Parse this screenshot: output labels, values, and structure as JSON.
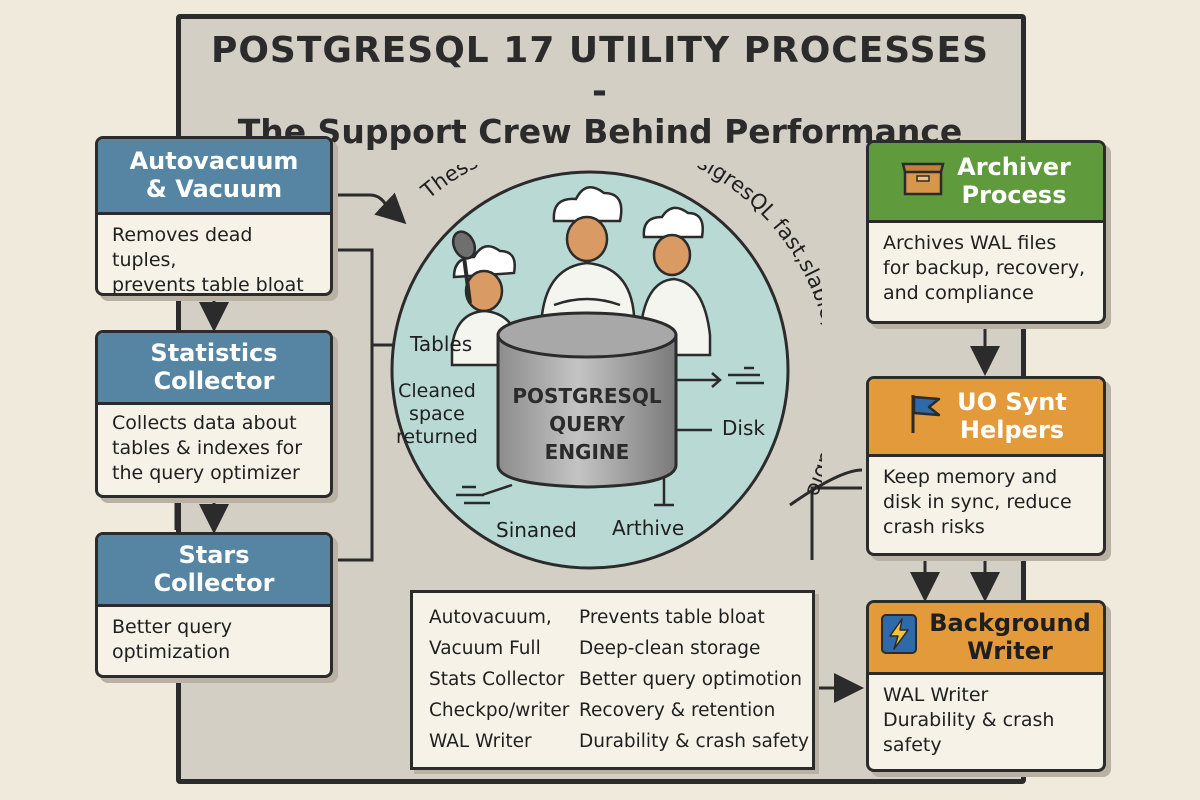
{
  "title": {
    "line1": "POSTGRESQL 17 UTILITY PROCESSES -",
    "line2": "The Support Crew Behind Performance"
  },
  "left_cards": [
    {
      "title": "Autovacuum & Vacuum",
      "title_line1": "Autovacuum",
      "title_line2": "& Vacuum",
      "body": "Removes dead tuples, prevents table bloat",
      "body_line1": "Removes dead tuples,",
      "body_line2": "prevents table bloat"
    },
    {
      "title_line1": "Statistics",
      "title_line2": "Collector",
      "body_line1": "Collects data about",
      "body_line2": "tables & indexes for",
      "body_line3": "the query optimizer"
    },
    {
      "title_line1": "Stars",
      "title_line2": "Collector",
      "body_line1": "Better query",
      "body_line2": "optimization"
    }
  ],
  "right_cards": [
    {
      "title_line1": "Archiver",
      "title_line2": "Process",
      "icon": "box-icon",
      "body_line1": "Archives WAL files",
      "body_line2": "for backup, recovery,",
      "body_line3": "and compliance"
    },
    {
      "title_line1": "UO Synt",
      "title_line2": "Helpers",
      "icon": "flag-icon",
      "body_line1": "Keep memory and",
      "body_line2": "disk in sync, reduce",
      "body_line3": "crash risks"
    },
    {
      "title_line1": "Background",
      "title_line2": "Writer",
      "icon": "lightning-icon",
      "body_line1": "WAL Writer",
      "body_line2": "Durability & crash",
      "body_line3": "safety"
    }
  ],
  "hub": {
    "arc_text": "Thesse proscesses keep PosigresQL fast,slable, and reelioeable",
    "engine_line1": "POSTGRESQL",
    "engine_line2": "QUERY",
    "engine_line3": "ENGINE",
    "label_tables": "Tables",
    "label_cleaned_1": "Cleaned",
    "label_cleaned_2": "space",
    "label_cleaned_3": "returned",
    "label_disk": "Disk",
    "label_sinaned": "Sinaned",
    "label_arthive": "Arthive"
  },
  "summary_table": [
    {
      "process": "Autovacuum,",
      "purpose": "Prevents table bloat"
    },
    {
      "process": "Vacuum Full",
      "purpose": "Deep-clean storage"
    },
    {
      "process": "Stats Collector",
      "purpose": "Better query optimotion"
    },
    {
      "process": "Checkpo/writer",
      "purpose": "Recovery & retention"
    },
    {
      "process": "WAL Writer",
      "purpose": "Durability & crash safety"
    }
  ],
  "colors": {
    "blue_header": "#5585a3",
    "green_header": "#5f9a3d",
    "orange_header": "#e29a3a",
    "hub_fill": "#b9d9d4",
    "frame_fill": "#d4cfc5",
    "background": "#efeadc"
  }
}
